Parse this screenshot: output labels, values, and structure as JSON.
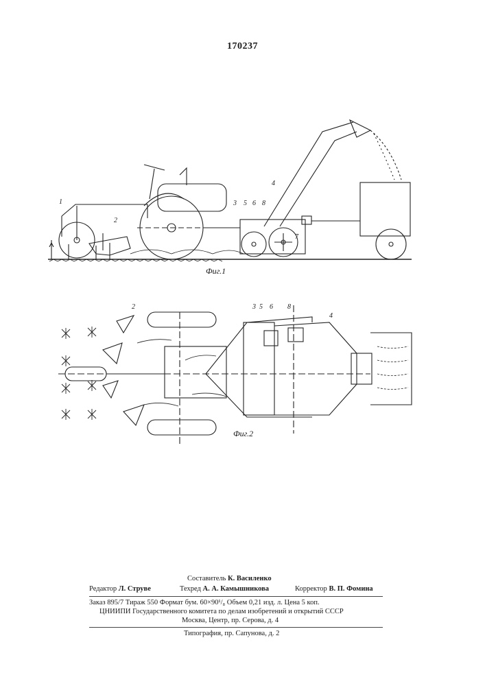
{
  "patent_number": "170237",
  "figures": [
    {
      "caption": "Фиг.1",
      "callouts": [
        "1",
        "2",
        "3",
        "5",
        "6",
        "8",
        "4",
        "7"
      ]
    },
    {
      "caption": "Фиг.2",
      "callouts": [
        "2",
        "3",
        "5",
        "6",
        "8",
        "4"
      ]
    }
  ],
  "imprint": {
    "compiler": {
      "label": "Составитель",
      "name": "К. Василенко"
    },
    "editor": {
      "label": "Редактор",
      "name": "Л. Струве"
    },
    "techred": {
      "label": "Техред",
      "name": "А. А. Камышникова"
    },
    "corrector": {
      "label": "Корректор",
      "name": "В. П. Фомина"
    },
    "order_line": "Заказ 895/7    Тираж 550    Формат бум. 60×90¹/₈    Объем 0,21 изд. л.   Цена 5 коп.",
    "institute_line": "ЦНИИПИ  Государственного комитета по делам изобретений и открытий СССР",
    "address_line": "Москва, Центр, пр. Серова, д. 4",
    "printing_line": "Типография, пр. Сапунова, д. 2"
  }
}
